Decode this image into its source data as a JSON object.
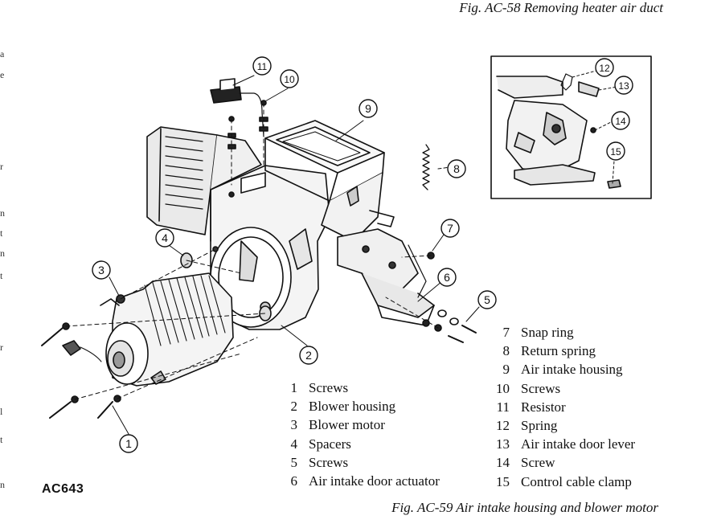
{
  "captions": {
    "top": "Fig. AC-58  Removing heater air duct",
    "bottom": "Fig. AC-59  Air intake housing and  blower motor"
  },
  "drawing_code": "AC643",
  "margin_chars": [
    "a",
    "e",
    "r",
    "n",
    "t",
    "n",
    "t",
    "r",
    "l",
    "t",
    "n"
  ],
  "callouts": [
    {
      "label": "1"
    },
    {
      "label": "2"
    },
    {
      "label": "3"
    },
    {
      "label": "4"
    },
    {
      "label": "5"
    },
    {
      "label": "6"
    },
    {
      "label": "7"
    },
    {
      "label": "8"
    },
    {
      "label": "9"
    },
    {
      "label": "10"
    },
    {
      "label": "11"
    },
    {
      "label": "12"
    },
    {
      "label": "13"
    },
    {
      "label": "14"
    },
    {
      "label": "15"
    }
  ],
  "legend_left": [
    {
      "num": "1",
      "text": "Screws"
    },
    {
      "num": "2",
      "text": "Blower housing"
    },
    {
      "num": "3",
      "text": "Blower motor"
    },
    {
      "num": "4",
      "text": "Spacers"
    },
    {
      "num": "5",
      "text": "Screws"
    },
    {
      "num": "6",
      "text": "Air intake door actuator"
    }
  ],
  "legend_right": [
    {
      "num": "7",
      "text": "Snap ring"
    },
    {
      "num": "8",
      "text": "Return spring"
    },
    {
      "num": "9",
      "text": "Air intake housing"
    },
    {
      "num": "10",
      "text": "Screws"
    },
    {
      "num": "11",
      "text": "Resistor"
    },
    {
      "num": "12",
      "text": "Spring"
    },
    {
      "num": "13",
      "text": "Air intake door lever"
    },
    {
      "num": "14",
      "text": "Screw"
    },
    {
      "num": "15",
      "text": "Control cable clamp"
    }
  ]
}
